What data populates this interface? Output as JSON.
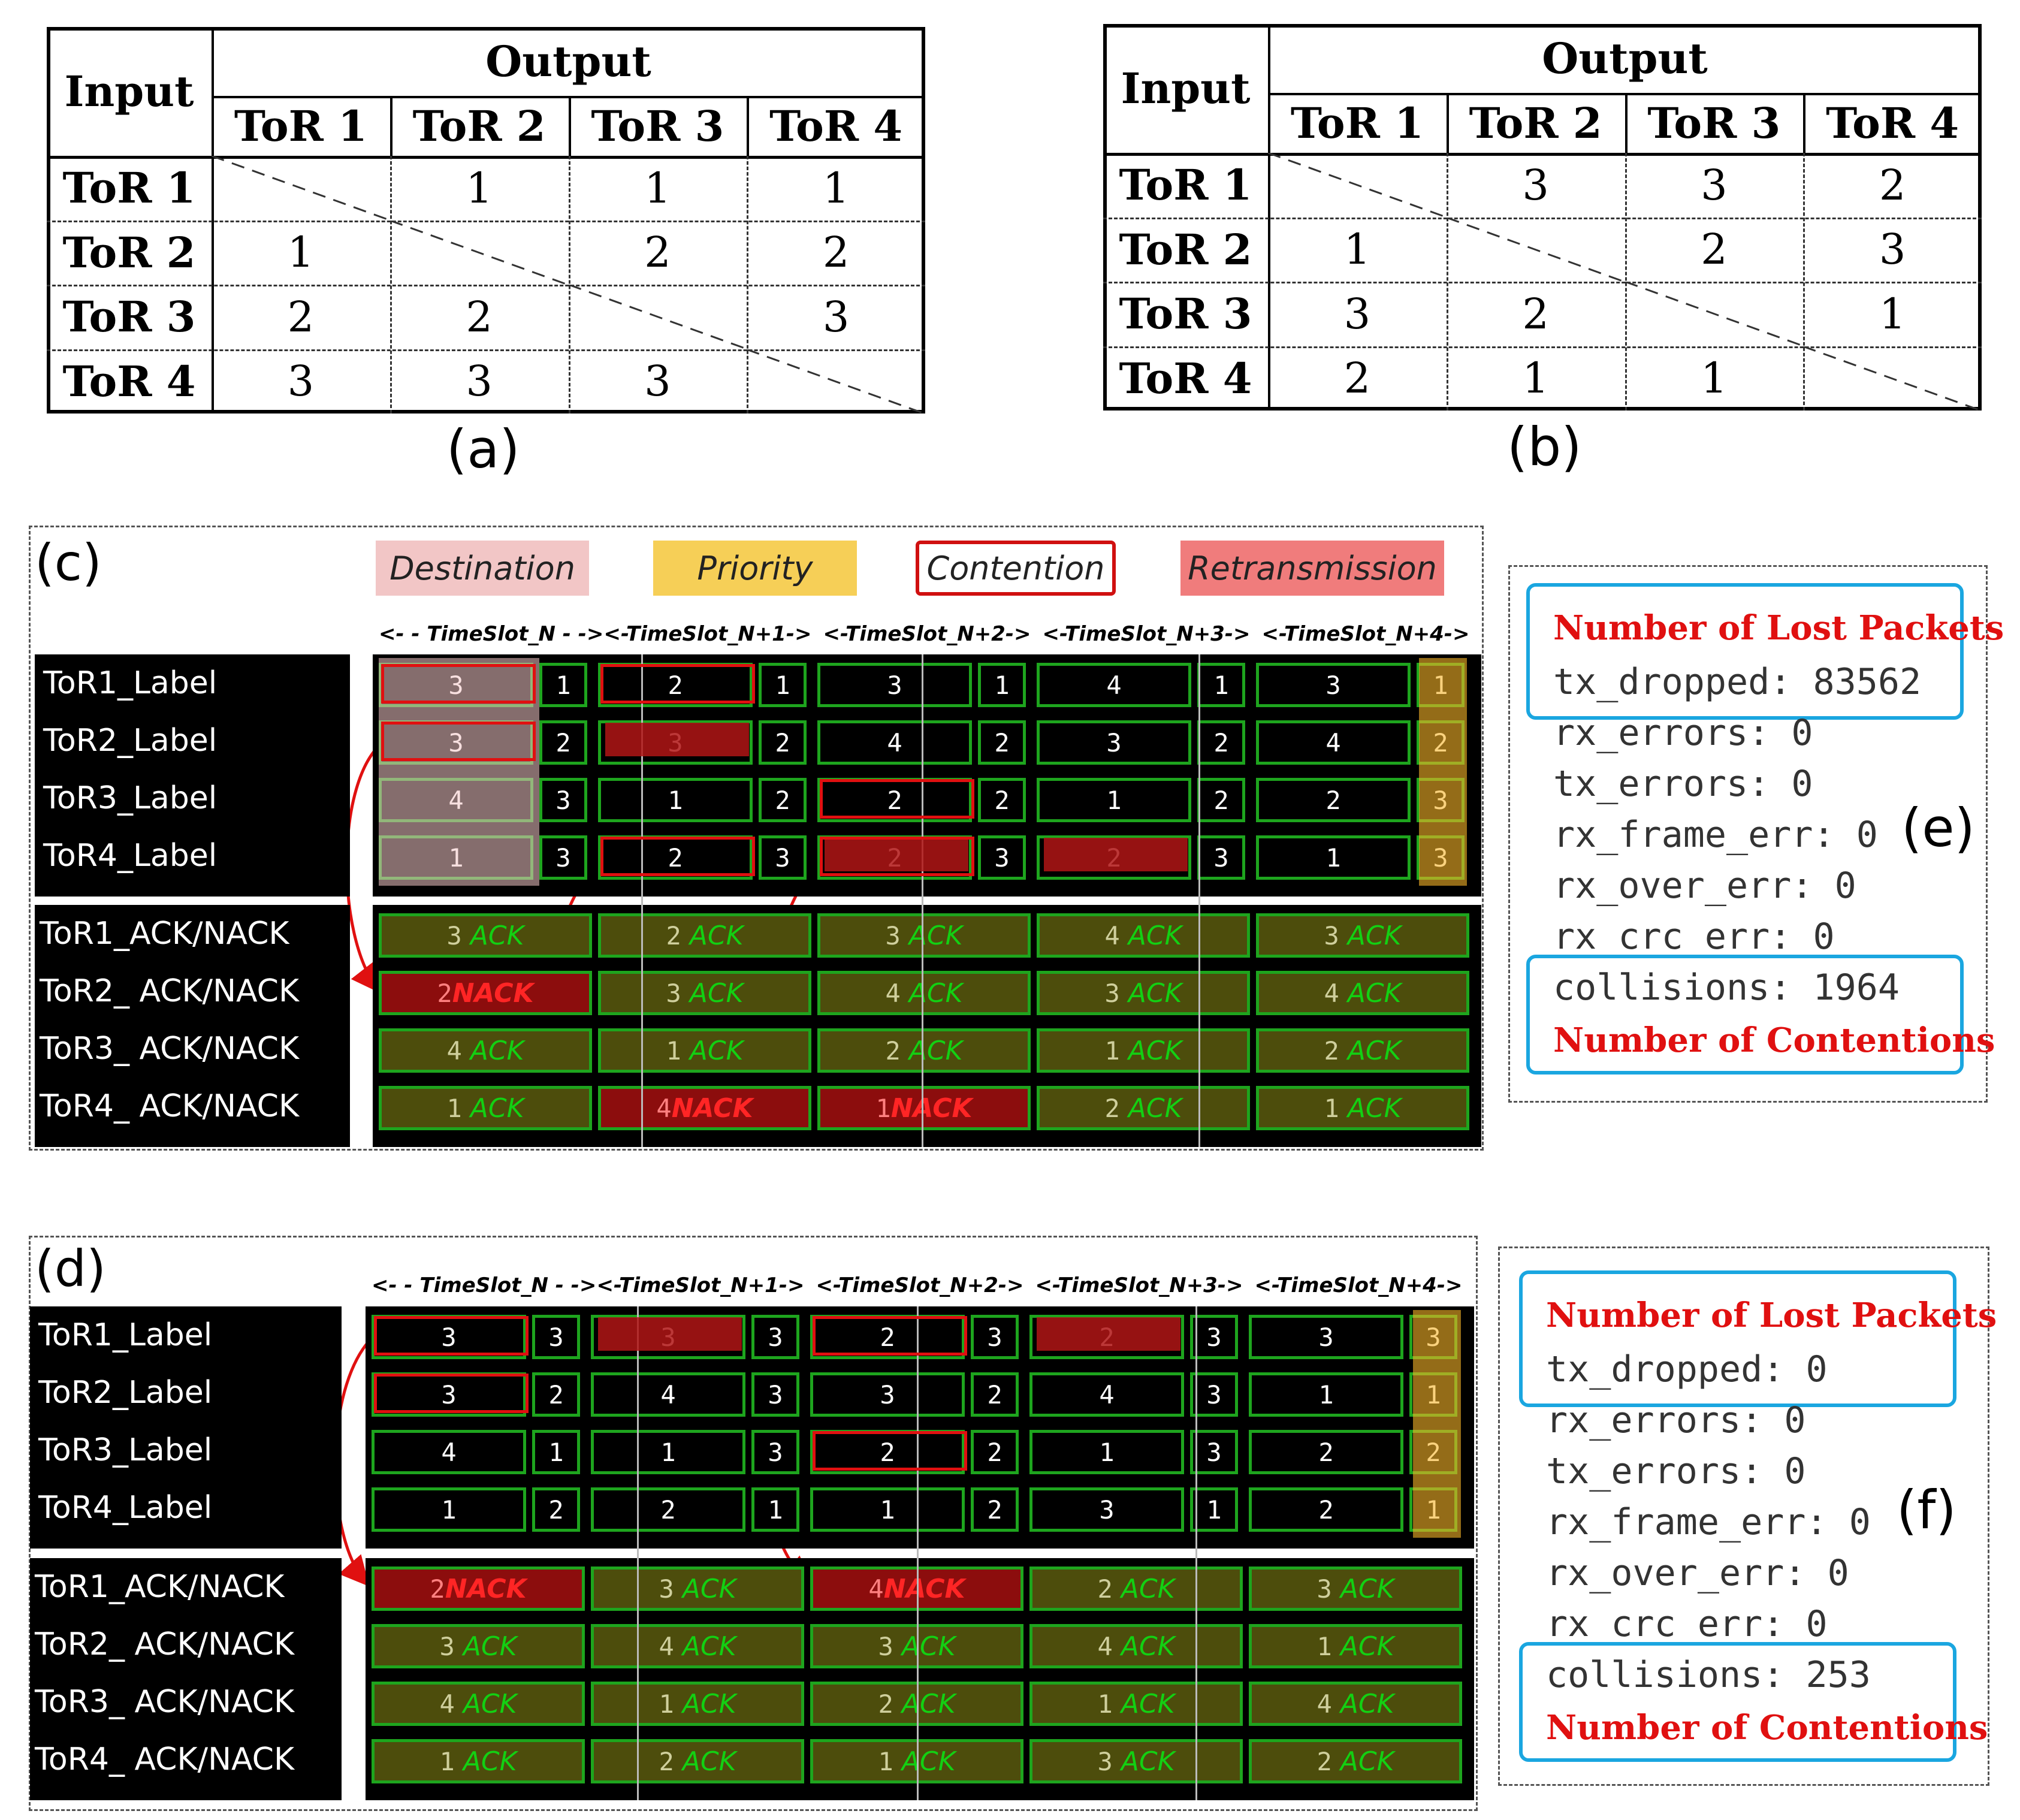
{
  "table_a": {
    "caption": "(a)",
    "input_label": "Input",
    "output_label": "Output",
    "columns": [
      "ToR 1",
      "ToR 2",
      "ToR 3",
      "ToR 4"
    ],
    "rows": [
      {
        "label": "ToR 1",
        "values": [
          "",
          "1",
          "1",
          "1"
        ]
      },
      {
        "label": "ToR 2",
        "values": [
          "1",
          "",
          "2",
          "2"
        ]
      },
      {
        "label": "ToR 3",
        "values": [
          "2",
          "2",
          "",
          "3"
        ]
      },
      {
        "label": "ToR 4",
        "values": [
          "3",
          "3",
          "3",
          ""
        ]
      }
    ]
  },
  "table_b": {
    "caption": "(b)",
    "input_label": "Input",
    "output_label": "Output",
    "columns": [
      "ToR 1",
      "ToR 2",
      "ToR 3",
      "ToR 4"
    ],
    "rows": [
      {
        "label": "ToR 1",
        "values": [
          "",
          "3",
          "3",
          "2"
        ]
      },
      {
        "label": "ToR 2",
        "values": [
          "1",
          "",
          "2",
          "3"
        ]
      },
      {
        "label": "ToR 3",
        "values": [
          "3",
          "2",
          "",
          "1"
        ]
      },
      {
        "label": "ToR 4",
        "values": [
          "2",
          "1",
          "1",
          ""
        ]
      }
    ]
  },
  "legend": {
    "destination": "Destination",
    "priority": "Priority",
    "contention": "Contention",
    "retransmission": "Retransmission",
    "colors": {
      "destination": "#f2c6c6",
      "priority": "#f6cf57",
      "contention": "#ffffff",
      "retransmission": "#f07c7c"
    }
  },
  "timeslots": [
    "<- - TimeSlot_N - ->",
    "<-TimeSlot_N+1->",
    "<-TimeSlot_N+2->",
    "<-TimeSlot_N+3->",
    "<-TimeSlot_N+4->"
  ],
  "panel_c": {
    "caption": "(c)",
    "label_signals": [
      "ToR1_Label",
      "ToR2_Label",
      "ToR3_Label",
      "ToR4_Label"
    ],
    "ack_signals": [
      "ToR1_ACK/NACK",
      "ToR2_ ACK/NACK",
      "ToR3_ ACK/NACK",
      "ToR4_ ACK/NACK"
    ],
    "labels": [
      [
        [
          "3",
          "1"
        ],
        [
          "2",
          "1"
        ],
        [
          "3",
          "1"
        ],
        [
          "4",
          "1"
        ],
        [
          "3",
          "1"
        ]
      ],
      [
        [
          "3",
          "2"
        ],
        [
          "3",
          "2"
        ],
        [
          "4",
          "2"
        ],
        [
          "3",
          "2"
        ],
        [
          "4",
          "2"
        ]
      ],
      [
        [
          "4",
          "3"
        ],
        [
          "1",
          "2"
        ],
        [
          "2",
          "2"
        ],
        [
          "1",
          "2"
        ],
        [
          "2",
          "3"
        ]
      ],
      [
        [
          "1",
          "3"
        ],
        [
          "2",
          "3"
        ],
        [
          "2",
          "3"
        ],
        [
          "2",
          "3"
        ],
        [
          "1",
          "3"
        ]
      ]
    ],
    "acks": [
      [
        [
          "3",
          "ACK"
        ],
        [
          "2",
          "ACK"
        ],
        [
          "3",
          "ACK"
        ],
        [
          "4",
          "ACK"
        ],
        [
          "3",
          "ACK"
        ]
      ],
      [
        [
          "2",
          "NACK"
        ],
        [
          "3",
          "ACK"
        ],
        [
          "4",
          "ACK"
        ],
        [
          "3",
          "ACK"
        ],
        [
          "4",
          "ACK"
        ]
      ],
      [
        [
          "4",
          "ACK"
        ],
        [
          "1",
          "ACK"
        ],
        [
          "2",
          "ACK"
        ],
        [
          "1",
          "ACK"
        ],
        [
          "2",
          "ACK"
        ]
      ],
      [
        [
          "1",
          "ACK"
        ],
        [
          "4",
          "NACK"
        ],
        [
          "1",
          "NACK"
        ],
        [
          "2",
          "ACK"
        ],
        [
          "1",
          "ACK"
        ]
      ]
    ]
  },
  "panel_d": {
    "caption": "(d)",
    "label_signals": [
      "ToR1_Label",
      "ToR2_Label",
      "ToR3_Label",
      "ToR4_Label"
    ],
    "ack_signals": [
      "ToR1_ACK/NACK",
      "ToR2_ ACK/NACK",
      "ToR3_ ACK/NACK",
      "ToR4_ ACK/NACK"
    ],
    "labels": [
      [
        [
          "3",
          "3"
        ],
        [
          "3",
          "3"
        ],
        [
          "2",
          "3"
        ],
        [
          "2",
          "3"
        ],
        [
          "3",
          "3"
        ]
      ],
      [
        [
          "3",
          "2"
        ],
        [
          "4",
          "3"
        ],
        [
          "3",
          "2"
        ],
        [
          "4",
          "3"
        ],
        [
          "1",
          "1"
        ]
      ],
      [
        [
          "4",
          "1"
        ],
        [
          "1",
          "3"
        ],
        [
          "2",
          "2"
        ],
        [
          "1",
          "3"
        ],
        [
          "2",
          "2"
        ]
      ],
      [
        [
          "1",
          "2"
        ],
        [
          "2",
          "1"
        ],
        [
          "1",
          "2"
        ],
        [
          "3",
          "1"
        ],
        [
          "2",
          "1"
        ]
      ]
    ],
    "acks": [
      [
        [
          "2",
          "NACK"
        ],
        [
          "3",
          "ACK"
        ],
        [
          "4",
          "NACK"
        ],
        [
          "2",
          "ACK"
        ],
        [
          "3",
          "ACK"
        ]
      ],
      [
        [
          "3",
          "ACK"
        ],
        [
          "4",
          "ACK"
        ],
        [
          "3",
          "ACK"
        ],
        [
          "4",
          "ACK"
        ],
        [
          "1",
          "ACK"
        ]
      ],
      [
        [
          "4",
          "ACK"
        ],
        [
          "1",
          "ACK"
        ],
        [
          "2",
          "ACK"
        ],
        [
          "1",
          "ACK"
        ],
        [
          "4",
          "ACK"
        ]
      ],
      [
        [
          "1",
          "ACK"
        ],
        [
          "2",
          "ACK"
        ],
        [
          "1",
          "ACK"
        ],
        [
          "3",
          "ACK"
        ],
        [
          "2",
          "ACK"
        ]
      ]
    ]
  },
  "stats_e": {
    "caption": "(e)",
    "lost_title": "Number of Lost Packets",
    "contention_title": "Number of Contentions",
    "lines": [
      "tx_dropped: 83562",
      "rx_errors: 0",
      "tx_errors: 0",
      "rx_frame_err: 0",
      "rx_over_err: 0",
      "rx_crc_err: 0",
      "collisions: 1964"
    ]
  },
  "stats_f": {
    "caption": "(f)",
    "lost_title": "Number of Lost Packets",
    "contention_title": "Number of Contentions",
    "lines": [
      "tx_dropped: 0",
      "rx_errors: 0",
      "tx_errors: 0",
      "rx_frame_err: 0",
      "rx_over_err: 0",
      "rx_crc_err: 0",
      "collisions: 253"
    ]
  }
}
